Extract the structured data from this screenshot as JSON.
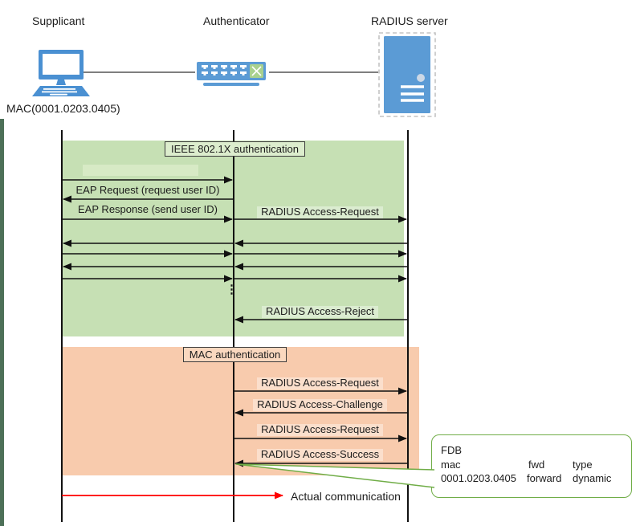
{
  "topology": {
    "supplicant": "Supplicant",
    "authenticator": "Authenticator",
    "radius_server": "RADIUS server",
    "supplicant_mac": "MAC(0001.0203.0405)"
  },
  "ieee_section": {
    "title": "IEEE 802.1X authentication",
    "eap_request": "EAP Request (request user ID)",
    "eap_response": "EAP Response (send user ID)",
    "radius_access_request": "RADIUS Access-Request",
    "ellipsis": "⋮",
    "radius_access_reject": "RADIUS Access-Reject"
  },
  "mac_section": {
    "title": "MAC authentication",
    "radius_access_request_1": "RADIUS Access-Request",
    "radius_access_challenge": "RADIUS Access-Challenge",
    "radius_access_request_2": "RADIUS Access-Request",
    "radius_access_success": "RADIUS Access-Success"
  },
  "footer": {
    "actual_communication": "Actual communication"
  },
  "fdb_callout": {
    "title": "FDB",
    "headers": [
      "mac",
      "fwd",
      "type"
    ],
    "row": [
      "0001.0203.0405",
      "forward",
      "dynamic"
    ]
  },
  "colors": {
    "ieee_region_bg": "#c6e0b4",
    "mac_region_bg": "#f8cbad",
    "callout_border": "#70ad47",
    "red_arrow": "#ff0000",
    "accent_bar": "#4d7058",
    "icon_blue": "#5b9bd5",
    "switch_module_green": "#a9d18e"
  }
}
